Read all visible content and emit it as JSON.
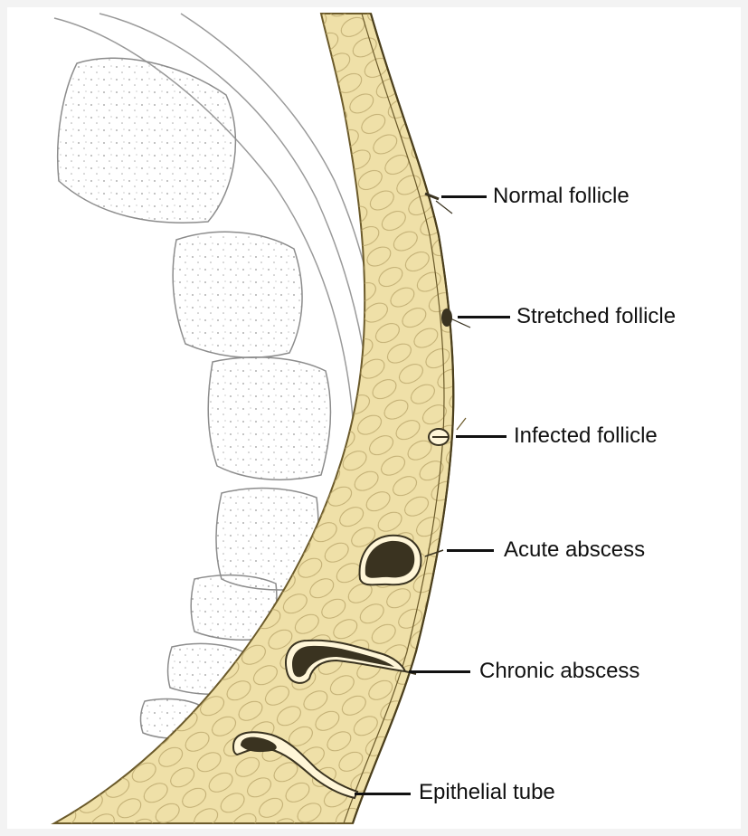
{
  "diagram": {
    "labels": {
      "normal_follicle": "Normal follicle",
      "stretched_follicle": "Stretched follicle",
      "infected_follicle": "Infected follicle",
      "acute_abscess": "Acute abscess",
      "chronic_abscess": "Chronic abscess",
      "epithelial_tube": "Epithelial tube"
    },
    "colors": {
      "tissue_fill": "#efe0a8",
      "tissue_stroke": "#6b5a2a",
      "bone_stroke": "#9a9a9a",
      "abscess_dark": "#3a3320",
      "leader_line": "#111111",
      "background": "#ffffff"
    }
  }
}
